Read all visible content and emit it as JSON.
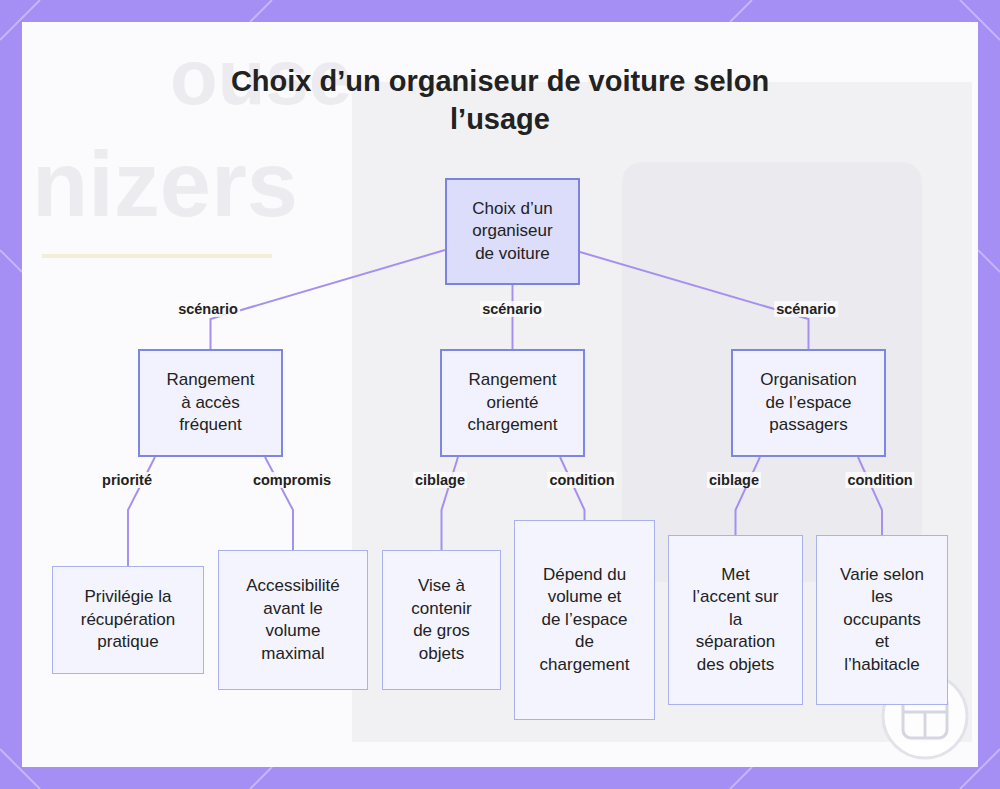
{
  "diagram": {
    "title": "Choix d’un organiseur de voiture selon l’usage",
    "nodes": [
      {
        "text": [
          "Choix d’un organiseur de voiture"
        ]
      },
      {
        "text": [
          "Rangement à accès fréquent"
        ]
      },
      {
        "text": [
          "Rangement orienté chargement"
        ]
      },
      {
        "text": [
          "Organisation de l’espace passagers"
        ]
      },
      {
        "text": [
          "Privilégie la récupération pratique"
        ]
      },
      {
        "text": [
          "Accessibilité avant le volume maximal"
        ]
      },
      {
        "text": [
          "Vise à contenir de gros objets"
        ]
      },
      {
        "text": [
          "Dépend du volume et de l’espace de chargement"
        ]
      },
      {
        "text": [
          "Met l’accent sur la séparation des objets"
        ]
      },
      {
        "text": [
          "Varie selon les occupants et l’habitacle"
        ]
      }
    ],
    "edges": [
      {
        "from": 0,
        "to": 1,
        "label": "scénario",
        "arrow": "none"
      },
      {
        "from": 0,
        "to": 2,
        "label": "scénario",
        "arrow": "none"
      },
      {
        "from": 0,
        "to": 3,
        "label": "scénario",
        "arrow": "none"
      },
      {
        "from": 1,
        "to": 4,
        "label": "priorité",
        "arrow": "none"
      },
      {
        "from": 1,
        "to": 5,
        "label": "compromis",
        "arrow": "none"
      },
      {
        "from": 2,
        "to": 6,
        "label": "ciblage",
        "arrow": "none"
      },
      {
        "from": 2,
        "to": 7,
        "label": "condition",
        "arrow": "none"
      },
      {
        "from": 3,
        "to": 8,
        "label": "ciblage",
        "arrow": "none"
      },
      {
        "from": 3,
        "to": 9,
        "label": "condition",
        "arrow": "none"
      }
    ],
    "labels": [
      "ouse",
      "nizers"
    ]
  }
}
